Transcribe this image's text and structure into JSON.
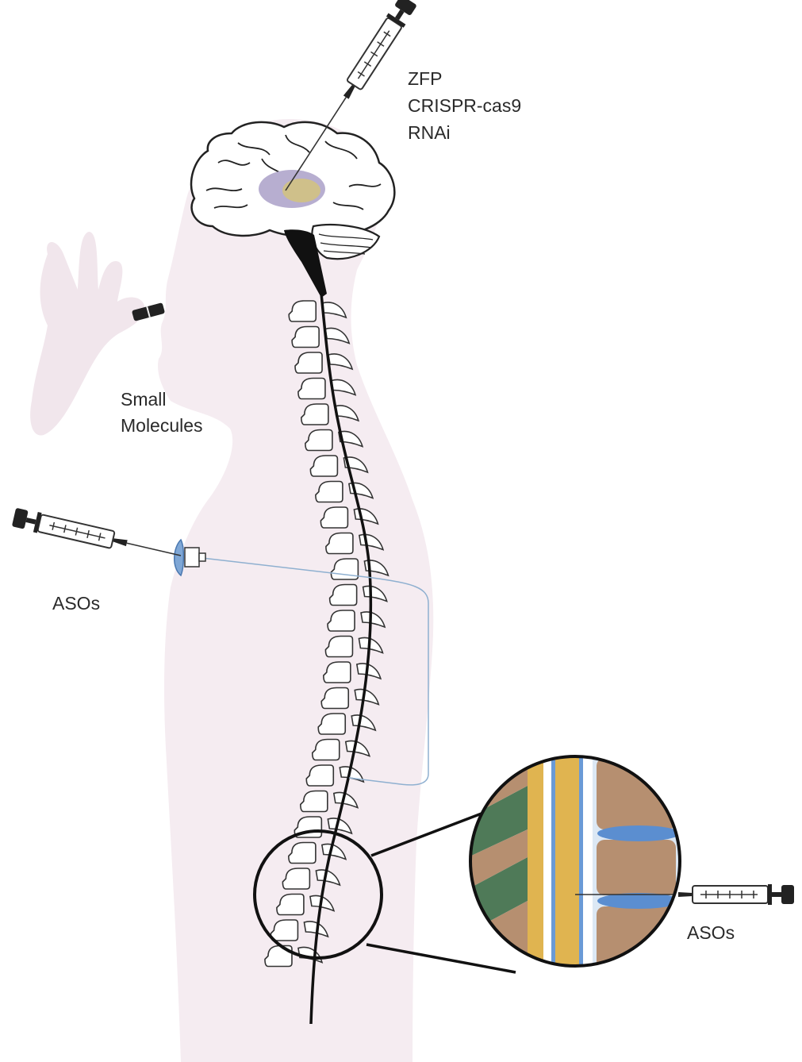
{
  "labels": {
    "brain_therapies": [
      "ZFP",
      "CRISPR-cas9",
      "RNAi"
    ],
    "small_molecules": [
      "Small",
      "Molecules"
    ],
    "aso_pump": "ASOs",
    "aso_intrathecal": "ASOs"
  },
  "colors": {
    "body_silhouette": "#f5ecf1",
    "hand": "#f1e6ec",
    "outline": "#222222",
    "brain_fill": "#ffffff",
    "basal_ganglia_outer": "#b7aed0",
    "basal_ganglia_inner": "#cfc08a",
    "catheter": "#8fb0d0",
    "pump": "#7fa7d6",
    "vertebra_body": "#b68f70",
    "spinal_cord": "#e0b450",
    "muscle": "#4f7a58",
    "csf_blue": "#5b8ed0"
  },
  "icons": [
    "syringe-icon",
    "pill-icon",
    "pump-icon",
    "brain-icon",
    "spine-icon",
    "magnifier-icon"
  ]
}
